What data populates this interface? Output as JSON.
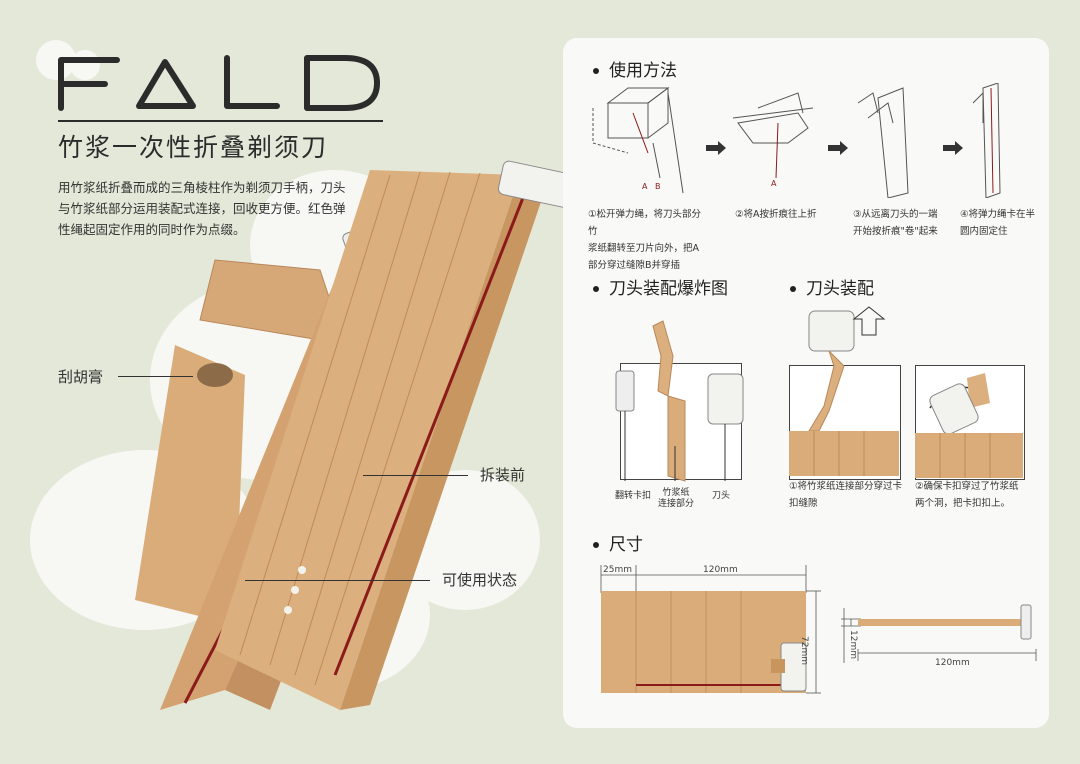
{
  "logo_text": "FALD",
  "subtitle": "竹浆一次性折叠剃须刀",
  "description": [
    "用竹浆纸折叠而成的三角棱柱作为剃须刀手柄，刀头",
    "与竹浆纸部分运用装配式连接，回收更方便。红色弹",
    "性绳起固定作用的同时作为点缀。"
  ],
  "left_labels": {
    "cream": "刮胡膏",
    "before": "拆装前",
    "usable": "可使用状态"
  },
  "sections": {
    "usage": "使用方法",
    "exploded": "刀头装配爆炸图",
    "assembly": "刀头装配",
    "size": "尺寸"
  },
  "usage_letters": {
    "a": "A",
    "b": "B",
    "a2": "A"
  },
  "steps": [
    [
      "①松开弹力绳，将刀头部分竹",
      "浆纸翻转至刀片向外，把A",
      "部分穿过缝隙B并穿插"
    ],
    [
      "②将A按折痕往上折"
    ],
    [
      "③从远离刀头的一端",
      "开始按折痕\"卷\"起来"
    ],
    [
      "④将弹力绳卡在半",
      "圆内固定住"
    ]
  ],
  "exploded_labels": {
    "flip_buckle": "翻转卡扣",
    "paper_part_1": "竹浆纸",
    "paper_part_2": "连接部分",
    "blade_head": "刀头"
  },
  "assembly_steps": [
    [
      "①将竹浆纸连接部分穿过卡",
      "扣缝隙"
    ],
    [
      "②确保卡扣穿过了竹浆纸",
      "两个洞，把卡扣扣上。"
    ]
  ],
  "dims": {
    "d25": "25mm",
    "d120a": "120mm",
    "d72": "72mm",
    "d12": "12mm",
    "d120b": "120mm"
  },
  "colors": {
    "kraft": "#d9ac7a",
    "kraft_dark": "#c8955f",
    "cord": "#8b1a1a",
    "bg": "#e4e8d8"
  }
}
